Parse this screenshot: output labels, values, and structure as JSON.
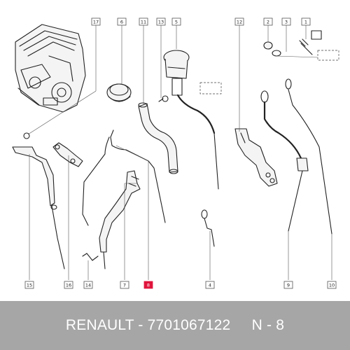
{
  "footer": {
    "brand": "RENAULT",
    "separator": " - ",
    "part_number": "7701067122",
    "gap": "     ",
    "ref": "N - 8"
  },
  "callouts": [
    {
      "label": "17",
      "highlight": false
    },
    {
      "label": "6",
      "highlight": false
    },
    {
      "label": "11",
      "highlight": false
    },
    {
      "label": "13",
      "highlight": false
    },
    {
      "label": "5",
      "highlight": false
    },
    {
      "label": "12",
      "highlight": false
    },
    {
      "label": "2",
      "highlight": false
    },
    {
      "label": "3",
      "highlight": false
    },
    {
      "label": "1",
      "highlight": false
    },
    {
      "label": "15",
      "highlight": false
    },
    {
      "label": "16",
      "highlight": false
    },
    {
      "label": "14",
      "highlight": false
    },
    {
      "label": "7",
      "highlight": false
    },
    {
      "label": "8",
      "highlight": true
    },
    {
      "label": "4",
      "highlight": false
    },
    {
      "label": "9",
      "highlight": false
    },
    {
      "label": "10",
      "highlight": false
    }
  ],
  "colors": {
    "highlight": "#e0143c",
    "footer_bg": "#a6a6a6",
    "footer_text": "#ffffff"
  }
}
